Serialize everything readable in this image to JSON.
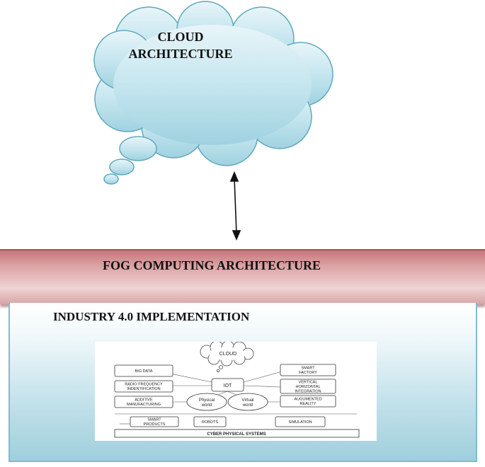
{
  "cloud": {
    "title_line1": "CLOUD",
    "title_line2": "ARCHITECTURE"
  },
  "fog": {
    "title": "FOG COMPUTING ARCHITECTURE"
  },
  "industry": {
    "title": "INDUSTRY 4.0 IMPLEMENTATION"
  },
  "inner_diagram": {
    "cloud_label": "CLOUD",
    "hub_label": "IOT",
    "left_nodes": [
      [
        "BIG DATA"
      ],
      [
        "RADIO FREQUENCY",
        "INDENTIFICATION"
      ],
      [
        "ADDITIVE",
        "MANUFACTURING"
      ]
    ],
    "right_nodes": [
      [
        "SMART",
        "FACTORY"
      ],
      [
        "VERTICAL",
        "HORIZONTAL",
        "INTEGRATION"
      ],
      [
        "AUGUMENTED",
        "REALITY"
      ]
    ],
    "ellipse_left": [
      "Physical",
      "world"
    ],
    "ellipse_right": [
      "Virtual",
      "world"
    ],
    "bottom_items": [
      [
        "SMART",
        "PRODUCTS"
      ],
      [
        "ROBOTS"
      ],
      [
        "SIMULATION"
      ]
    ],
    "footer": "CYBER PHYSICAL SYSTEMS"
  }
}
